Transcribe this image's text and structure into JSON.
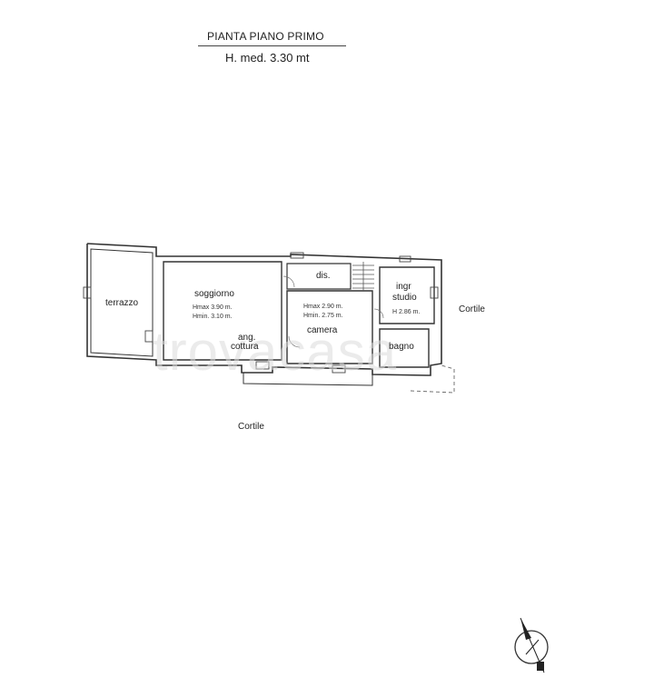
{
  "header": {
    "title": "PIANTA PIANO PRIMO",
    "subtitle": "H. med. 3.30 mt"
  },
  "rooms": {
    "terrazzo": "terrazzo",
    "soggiorno": "soggiorno",
    "soggiorno_hmax": "Hmax 3.90 m.",
    "soggiorno_hmin": "Hmin. 3.10 m.",
    "ang_cottura_1": "ang.",
    "ang_cottura_2": "cottura",
    "dis": "dis.",
    "camera": "camera",
    "camera_hmax": "Hmax 2.90 m.",
    "camera_hmin": "Hmin. 2.75 m.",
    "ingr": "ingr",
    "studio": "studio",
    "studio_h": "H 2.86 m.",
    "bagno": "bagno"
  },
  "surroundings": {
    "cortile_right": "Cortile",
    "cortile_bottom": "Cortile"
  },
  "watermark": "trovacasa",
  "icons": {
    "north_arrow": "north-arrow-icon"
  }
}
